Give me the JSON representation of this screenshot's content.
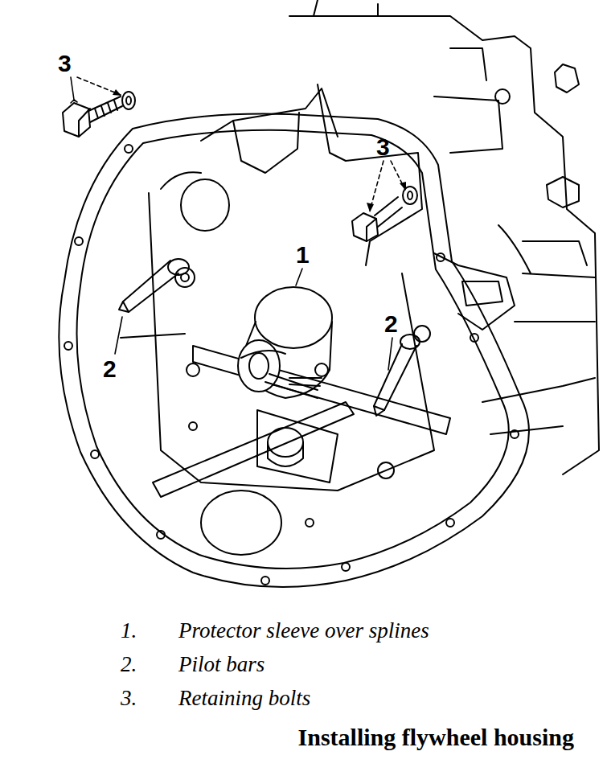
{
  "diagram": {
    "caption": "Installing flywheel housing",
    "labels": [
      "3",
      "3",
      "1",
      "2",
      "2",
      "1.",
      "Protector sleeve over splines",
      "2.",
      "Pilot bars",
      "3.",
      "Retaining bolts"
    ]
  }
}
